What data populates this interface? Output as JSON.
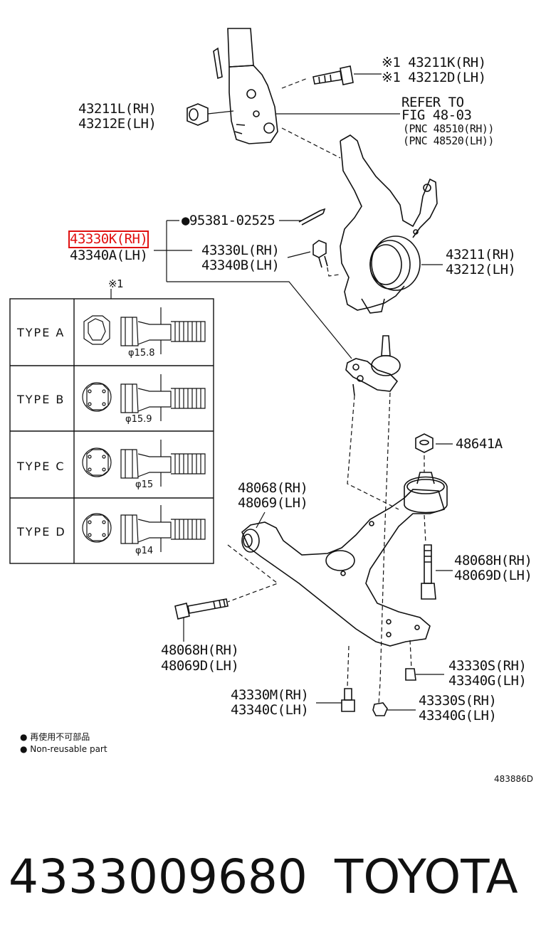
{
  "labels": {
    "p43211K": "※1 43211K(RH)",
    "p43212D": "※1 43212D(LH)",
    "p43211L": "43211L(RH)",
    "p43212E": "43212E(LH)",
    "refer1": "REFER TO",
    "refer2": "FIG 48-03",
    "pnc1": "(PNC 48510(RH))",
    "pnc2": "(PNC 48520(LH))",
    "p95381": "●95381-02525",
    "p43330K": "43330K(RH)",
    "p43340A": "43340A(LH)",
    "p43330L": "43330L(RH)",
    "p43340B": "43340B(LH)",
    "p43211": "43211(RH)",
    "p43212": "43212(LH)",
    "note1": "※1",
    "p48641A": "48641A",
    "p48068": "48068(RH)",
    "p48069": "48069(LH)",
    "p48068H_r": "48068H(RH)",
    "p48069D_r": "48069D(LH)",
    "p48068H_l": "48068H(RH)",
    "p48069D_l": "48069D(LH)",
    "p43330S_1": "43330S(RH)",
    "p43340G_1": "43340G(LH)",
    "p43330S_2": "43330S(RH)",
    "p43340G_2": "43340G(LH)",
    "p43330M": "43330M(RH)",
    "p43340C": "43340C(LH)"
  },
  "types": [
    {
      "name": "TYPE A",
      "dia": "φ15.8"
    },
    {
      "name": "TYPE B",
      "dia": "φ15.9"
    },
    {
      "name": "TYPE C",
      "dia": "φ15"
    },
    {
      "name": "TYPE D",
      "dia": "φ14"
    }
  ],
  "legend": {
    "cn": "● 再使用不可部品",
    "en": "● Non-reusable part"
  },
  "drawing_code": "483886D",
  "footer": {
    "part_number": "4333009680",
    "brand": "TOYOTA"
  }
}
